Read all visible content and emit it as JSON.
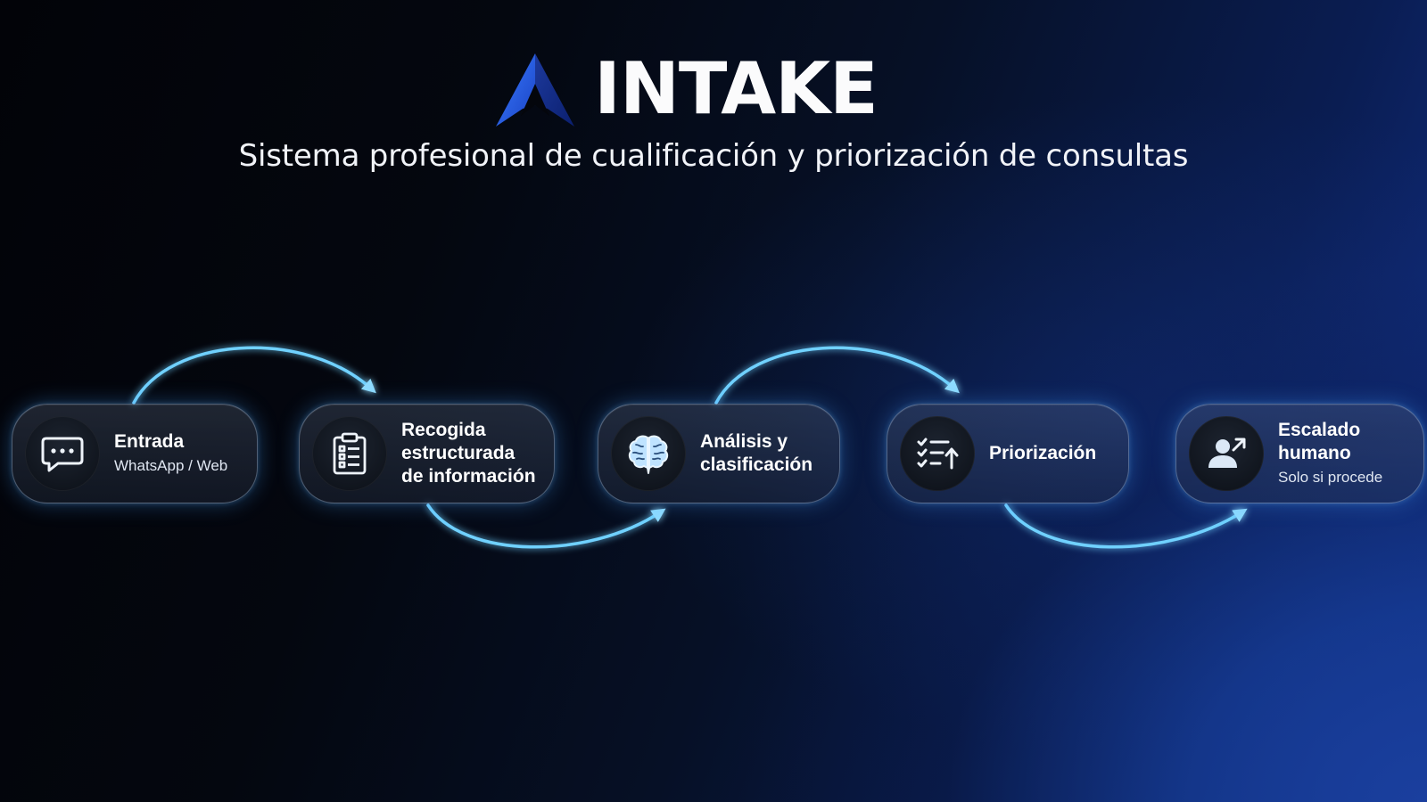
{
  "header": {
    "brand": "INTAKE",
    "subtitle": "Sistema profesional de cualificación y priorización de consultas"
  },
  "steps": [
    {
      "title_lines": [
        "Entrada"
      ],
      "sub": "WhatsApp / Web",
      "icon": "chat-bubble-icon"
    },
    {
      "title_lines": [
        "Recogida",
        "estructurada",
        "de información"
      ],
      "sub": "",
      "icon": "clipboard-icon"
    },
    {
      "title_lines": [
        "Análisis y",
        "clasificación"
      ],
      "sub": "",
      "icon": "brain-icon"
    },
    {
      "title_lines": [
        "Priorización"
      ],
      "sub": "",
      "icon": "priority-list-icon"
    },
    {
      "title_lines": [
        "Escalado",
        "humano"
      ],
      "sub": "Solo si procede",
      "icon": "user-escalate-icon"
    }
  ],
  "colors": {
    "arrow": "#6fd1ff",
    "brand_blue": "#2a64e6",
    "brand_dark": "#0f2e93"
  }
}
